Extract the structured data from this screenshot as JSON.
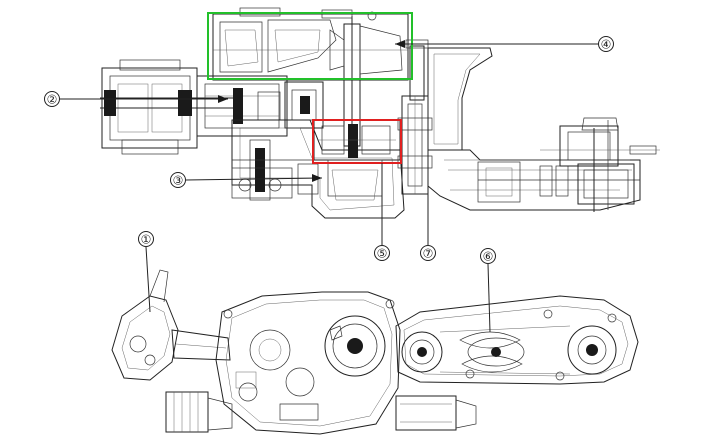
{
  "callouts": [
    {
      "id": "1",
      "text": "①"
    },
    {
      "id": "2",
      "text": "②"
    },
    {
      "id": "3",
      "text": "③"
    },
    {
      "id": "4",
      "text": "④"
    },
    {
      "id": "5",
      "text": "⑤"
    },
    {
      "id": "6",
      "text": "⑥"
    },
    {
      "id": "7",
      "text": "⑦"
    }
  ],
  "highlight_colors": {
    "green_box": "#22c02a",
    "red_box": "#e02020"
  },
  "views": [
    "top-section-view",
    "side-elevation-view"
  ]
}
